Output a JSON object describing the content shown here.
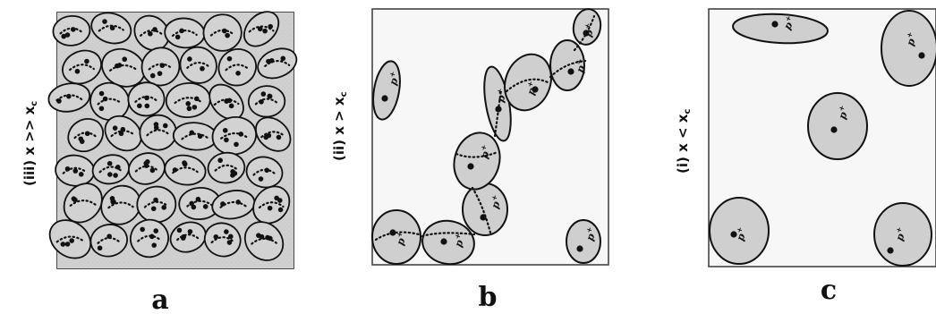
{
  "panels": [
    {
      "id": "a",
      "letter": "a",
      "regime": "(iii) x >> x",
      "regime_sub": "c"
    },
    {
      "id": "b",
      "letter": "b",
      "regime": "(ii) x > x",
      "regime_sub": "c"
    },
    {
      "id": "c",
      "letter": "c",
      "regime": "(i) x < x",
      "regime_sub": "c"
    }
  ],
  "particle_label": "p",
  "particle_label_sup": "+"
}
